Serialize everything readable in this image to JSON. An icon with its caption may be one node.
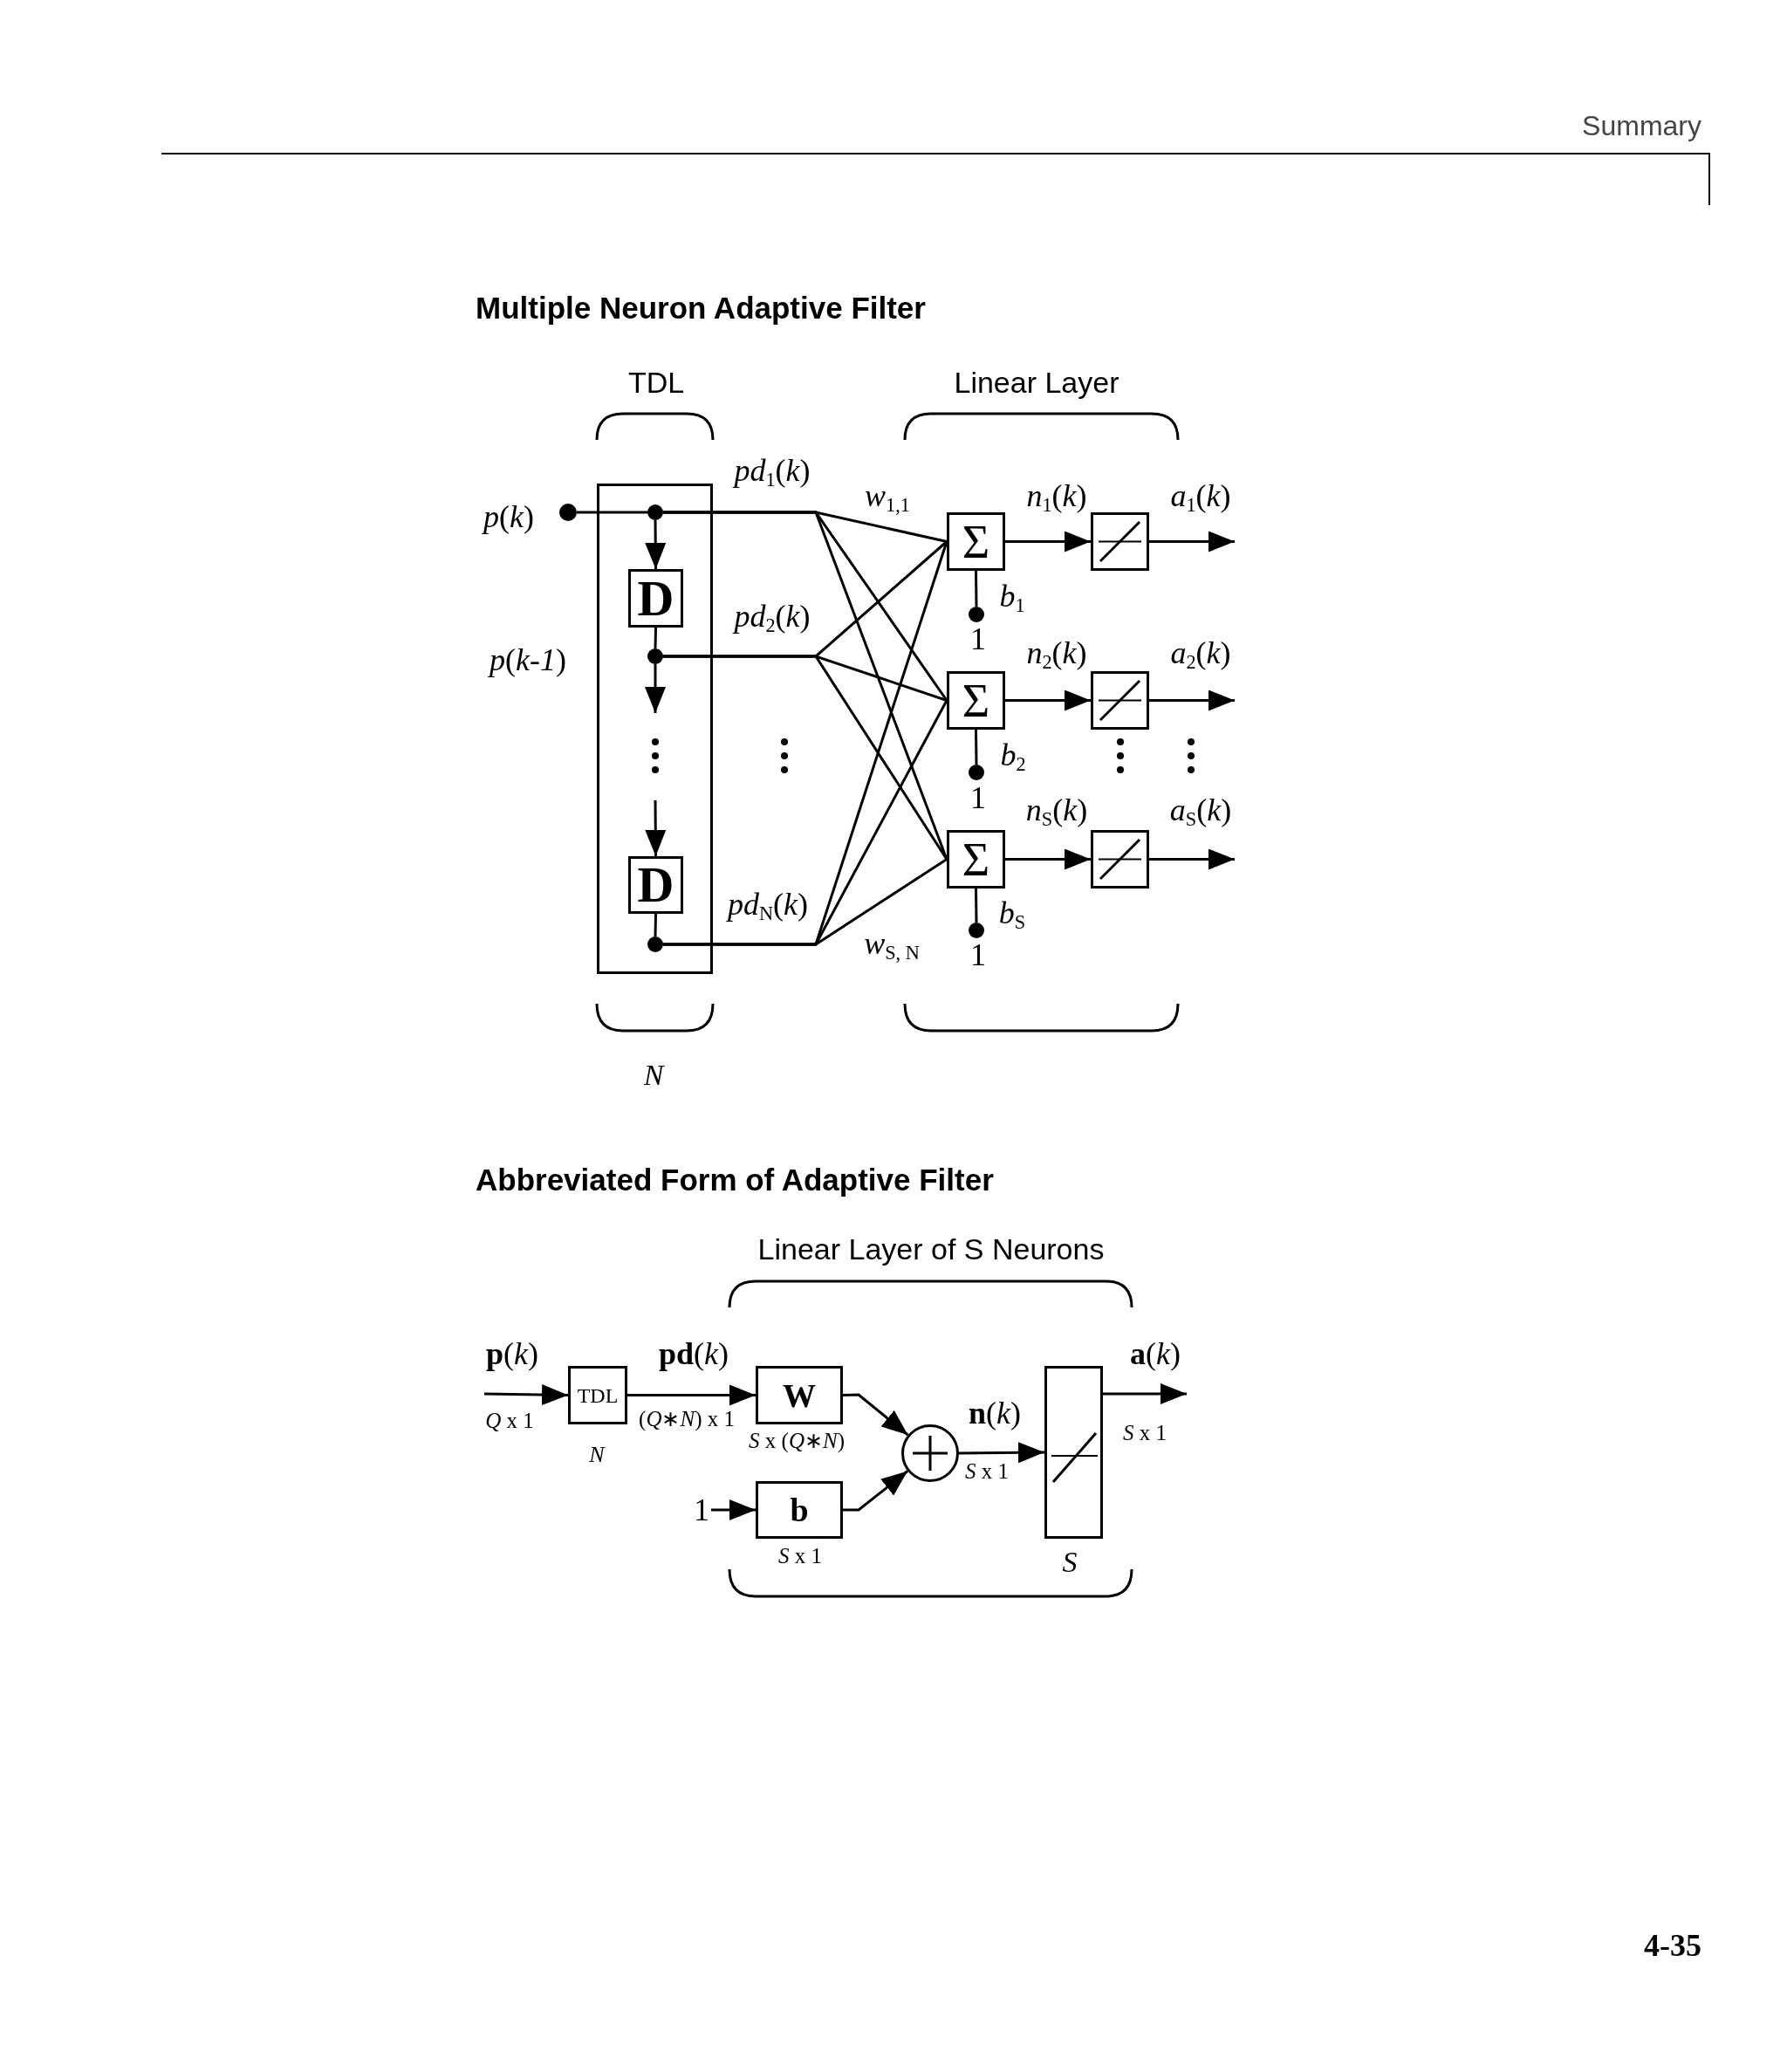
{
  "diagram": {
    "nodes": [
      {
        "text": [],
        "shape": "box"
      },
      {
        "text": [],
        "shape": "circle",
        "beside": [
          "*p*(*k*)"
        ]
      },
      {
        "text": [],
        "shape": "circle",
        "in": 0
      },
      {
        "text": [
          "D"
        ],
        "in": 0
      },
      {
        "text": [],
        "shape": "circle",
        "in": 0
      },
      {
        "text": [
          "D"
        ],
        "in": 0
      },
      {
        "text": [],
        "shape": "circle",
        "in": 0
      },
      {
        "text": [
          "Σ"
        ]
      },
      {
        "text": [
          "Σ"
        ]
      },
      {
        "text": [
          "Σ"
        ]
      },
      {
        "text": [],
        "shape": "box"
      },
      {
        "text": [],
        "shape": "box"
      },
      {
        "text": [],
        "shape": "box"
      },
      {
        "text": [],
        "shape": "circle",
        "beside": [
          "1"
        ]
      },
      {
        "text": [],
        "shape": "circle",
        "beside": [
          "1"
        ]
      },
      {
        "text": [],
        "shape": "circle",
        "beside": [
          "1"
        ]
      },
      {
        "text": [
          "TDL"
        ],
        "beside": [
          "N"
        ]
      },
      {
        "text": [
          "W"
        ],
        "beside": [
          "*S* x (*Q*∗*N*)"
        ]
      },
      {
        "text": [
          "b"
        ],
        "beside": [
          "*S* x 1"
        ]
      },
      {
        "text": [
          "1"
        ]
      },
      {
        "text": [],
        "shape": "circle"
      },
      {
        "text": [],
        "shape": "box",
        "beside": [
          "S"
        ]
      }
    ],
    "edges": [
      {
        "from": 1,
        "to": 2,
        "arrow": "none"
      },
      {
        "from": 2,
        "to": 3,
        "arrow": "to"
      },
      {
        "from": 3,
        "to": 4,
        "arrow": "none"
      },
      {
        "from": 4,
        "to": null,
        "arrow": "to"
      },
      {
        "from": null,
        "to": 5,
        "arrow": "to"
      },
      {
        "from": 5,
        "to": 6,
        "arrow": "none"
      },
      {
        "from": 2,
        "to": 7,
        "arrow": "none",
        "label": "*w*$_{1,1}$"
      },
      {
        "from": 2,
        "to": 8,
        "arrow": "none"
      },
      {
        "from": 2,
        "to": 9,
        "arrow": "none"
      },
      {
        "from": 4,
        "to": 7,
        "arrow": "none"
      },
      {
        "from": 4,
        "to": 8,
        "arrow": "none"
      },
      {
        "from": 4,
        "to": 9,
        "arrow": "none"
      },
      {
        "from": 6,
        "to": 7,
        "arrow": "none"
      },
      {
        "from": 6,
        "to": 8,
        "arrow": "none"
      },
      {
        "from": 6,
        "to": 9,
        "arrow": "none",
        "label": "*w*$_{S, N}$"
      },
      {
        "from": 13,
        "to": 7,
        "arrow": "none",
        "label": "*b*$_{1}$"
      },
      {
        "from": 14,
        "to": 8,
        "arrow": "none",
        "label": "*b*$_{2}$"
      },
      {
        "from": 15,
        "to": 9,
        "arrow": "none",
        "label": "*b*$_{S}$"
      },
      {
        "from": 7,
        "to": 10,
        "arrow": "to",
        "label": "*n*$_{1}$(*k*)"
      },
      {
        "from": 8,
        "to": 11,
        "arrow": "to",
        "label": "*n*$_{2}$(*k*)"
      },
      {
        "from": 9,
        "to": 12,
        "arrow": "to",
        "label": "*n*$_{S}$(*k*)"
      },
      {
        "from": 10,
        "to": null,
        "arrow": "to",
        "label": "*a*$_{1}$(*k*)"
      },
      {
        "from": 11,
        "to": null,
        "arrow": "to",
        "label": "*a*$_{2}$(*k*)"
      },
      {
        "from": 12,
        "to": null,
        "arrow": "to",
        "label": "*a*$_{S}$(*k*)"
      },
      {
        "from": null,
        "to": 16,
        "arrow": "to",
        "label": "**p**(*k*)"
      },
      {
        "from": 16,
        "to": 17,
        "arrow": "to",
        "label": "**pd**(*k*)"
      },
      {
        "from": 19,
        "to": 18,
        "arrow": "to"
      },
      {
        "from": 17,
        "to": 20,
        "arrow": "to"
      },
      {
        "from": 18,
        "to": 20,
        "arrow": "to"
      },
      {
        "from": 20,
        "to": 21,
        "arrow": "to",
        "label": "**n**(*k*)"
      },
      {
        "from": 21,
        "to": null,
        "arrow": "to",
        "label": "**a**(*k*)"
      }
    ],
    "labels": [
      "Summary",
      "Multiple Neuron Adaptive Filter",
      "TDL",
      "Linear Layer",
      "*pd*$_{1}$(*k*)",
      "*p*(*k*-*1*)",
      "*pd*$_{2}$(*k*)",
      "*pd*$_{N}$(*k*)",
      "N",
      "Abbreviated Form of Adaptive Filter",
      "Linear Layer of S Neurons",
      "*Q* x 1",
      "(*Q*∗*N*) x 1",
      "*S* x 1",
      "*S* x 1",
      "4-35"
    ]
  }
}
